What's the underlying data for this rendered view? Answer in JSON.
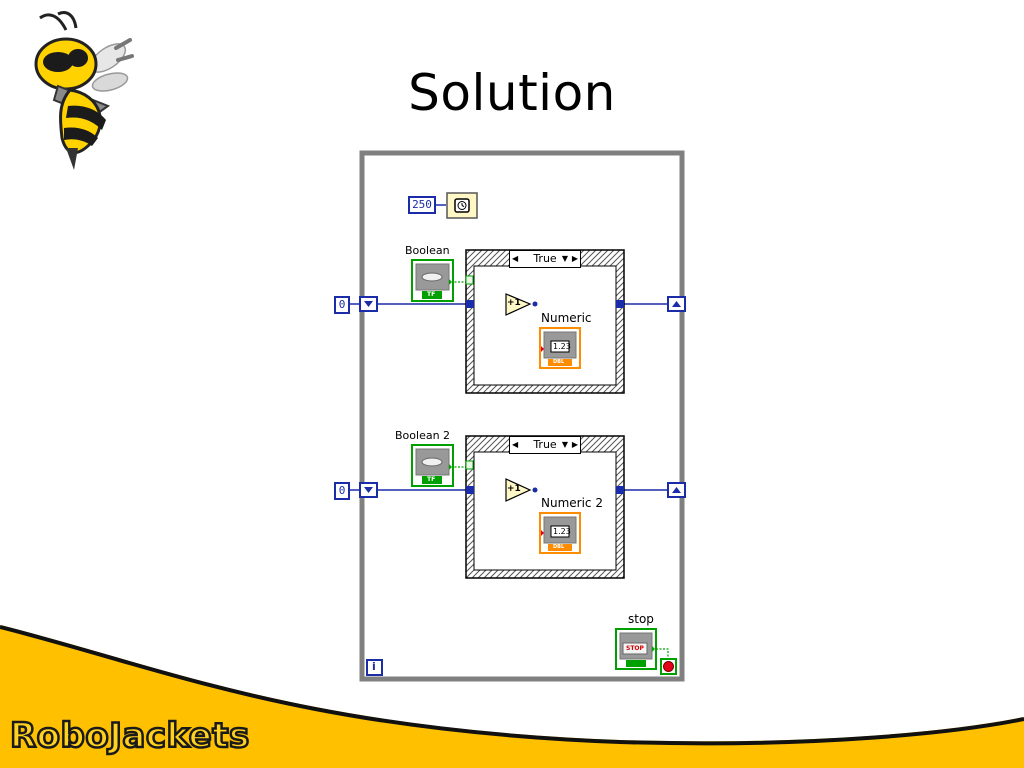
{
  "slide": {
    "title": "Solution"
  },
  "brand": {
    "name": "RoboJackets"
  },
  "diagram": {
    "wait_constant": "250",
    "while_loop": {
      "iteration_label": "i",
      "stop_label": "stop",
      "stop_button_text": "STOP"
    },
    "cases": [
      {
        "shift_register_init": "0",
        "boolean_label": "Boolean",
        "selector_value": "True",
        "increment_label": "+1",
        "indicator_label": "Numeric",
        "indicator_display": "1.23",
        "indicator_type": "DBL",
        "control_type": "TF"
      },
      {
        "shift_register_init": "0",
        "boolean_label": "Boolean 2",
        "selector_value": "True",
        "increment_label": "+1",
        "indicator_label": "Numeric 2",
        "indicator_display": "1.23",
        "indicator_type": "DBL",
        "control_type": "TF"
      }
    ]
  },
  "colors": {
    "loop_border": "#808080",
    "wire_blue": "#1a2ca8",
    "boolean_green": "#00a000",
    "indicator_orange": "#ff8c00",
    "brand_yellow": "#ffc000"
  }
}
